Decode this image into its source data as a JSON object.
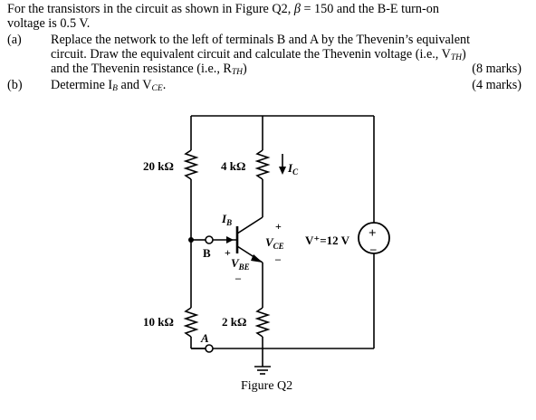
{
  "question": {
    "intro_a": "For the transistors in the circuit as shown in Figure Q2, ",
    "beta_sym": "β",
    "intro_b": " = 150 and the B-E turn-on",
    "intro_line2": "voltage is 0.5 V.",
    "a_label": "(a)",
    "a_line1": "Replace the network to the left of terminals B and A by the Thevenin’s equivalent",
    "a_line2_pre": "circuit. Draw the equivalent circuit and calculate the Thevenin voltage (i.e., V",
    "a_line2_sub": "TH",
    "a_line2_post": ")",
    "a_line3_pre": "and the Thevenin resistance (i.e., R",
    "a_line3_sub": "TH",
    "a_line3_post": ")",
    "a_marks": "(8 marks)",
    "b_label": "(b)",
    "b_pre": "Determine I",
    "b_sub1": "B",
    "b_mid": " and V",
    "b_sub2": "CE",
    "b_post": ".",
    "b_marks": "(4 marks)"
  },
  "circuit": {
    "r1_label": "20 kΩ",
    "r2_label": "4 kΩ",
    "r3_label": "10 kΩ",
    "r4_label": "2 kΩ",
    "ic_main": "I",
    "ic_sub": "C",
    "ib_main": "I",
    "ib_sub": "B",
    "node_b": "B",
    "node_a": "A",
    "vce_plus": "+",
    "vce_main": "V",
    "vce_sub": "CE",
    "vce_minus": "–",
    "vbe_plus": "+",
    "vbe_main": "V",
    "vbe_sub": "BE",
    "vbe_minus": "–",
    "source_label": "V⁺=12 V",
    "source_plus": "+",
    "source_minus": "–",
    "caption": "Figure Q2"
  }
}
